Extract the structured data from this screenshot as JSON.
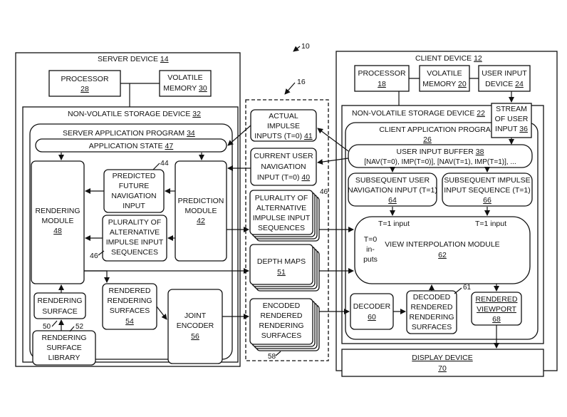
{
  "figure_ref": "10",
  "group_ref": "16",
  "server": {
    "title": "SERVER DEVICE",
    "num": "14",
    "processor": {
      "label": "PROCESSOR",
      "num": "28"
    },
    "volatile": {
      "line1": "VOLATILE",
      "line2": "MEMORY",
      "num": "30"
    },
    "nvs": {
      "title": "NON-VOLATILE STORAGE DEVICE",
      "num": "32"
    },
    "app": {
      "title": "SERVER APPLICATION PROGRAM",
      "num": "34"
    },
    "app_state": {
      "label": "APPLICATION STATE",
      "num": "47"
    },
    "rendering_module": {
      "line1": "RENDERING",
      "line2": "MODULE",
      "num": "48"
    },
    "predicted_nav": {
      "ref": "44",
      "line1": "PREDICTED",
      "line2": "FUTURE",
      "line3": "NAVIGATION",
      "line4": "INPUT"
    },
    "alt_seq_left": {
      "line1": "PLURALITY OF",
      "line2": "ALTERNATIVE",
      "line3": "IMPULSE INPUT",
      "line4": "SEQUENCES",
      "ref": "46"
    },
    "prediction_module": {
      "line1": "PREDICTION",
      "line2": "MODULE",
      "num": "42"
    },
    "rendered_surfaces": {
      "line1": "RENDERED",
      "line2": "RENDERING",
      "line3": "SURFACES",
      "num": "54"
    },
    "rendering_surface": {
      "line1": "RENDERING",
      "line2": "SURFACE",
      "ref": "50"
    },
    "surface_library": {
      "line1": "RENDERING",
      "line2": "SURFACE",
      "line3": "LIBRARY",
      "ref": "52"
    },
    "joint_encoder": {
      "line1": "JOINT",
      "line2": "ENCODER",
      "num": "56"
    }
  },
  "middle": {
    "actual_impulse": {
      "line1": "ACTUAL",
      "line2": "IMPULSE",
      "line3": "INPUTS (T=0)",
      "num": "41"
    },
    "current_nav": {
      "line1": "CURRENT USER",
      "line2": "NAVIGATION",
      "line3": "INPUT (T=0)",
      "num": "40"
    },
    "alt_seq": {
      "line1": "PLURALITY OF",
      "line2": "ALTERNATIVE",
      "line3": "IMPULSE INPUT",
      "line4": "SEQUENCES",
      "ref": "46"
    },
    "depth_maps": {
      "line1": "DEPTH MAPS",
      "num": "51"
    },
    "encoded": {
      "line1": "ENCODED",
      "line2": "RENDERED",
      "line3": "RENDERING",
      "line4": "SURFACES",
      "ref": "58"
    }
  },
  "client": {
    "title": "CLIENT DEVICE",
    "num": "12",
    "processor": {
      "label": "PROCESSOR",
      "num": "18"
    },
    "volatile": {
      "line1": "VOLATILE",
      "line2": "MEMORY",
      "num": "20"
    },
    "user_input": {
      "line1": "USER INPUT",
      "line2": "DEVICE",
      "num": "24"
    },
    "nvs": {
      "title": "NON-VOLATILE STORAGE DEVICE",
      "num": "22"
    },
    "stream": {
      "line1": "STREAM",
      "line2": "OF USER",
      "line3": "INPUT",
      "num": "36"
    },
    "app": {
      "title": "CLIENT APPLICATION PROGRAM",
      "num": "26"
    },
    "buffer": {
      "label": "USER INPUT BUFFER",
      "num": "38",
      "content": "[NAV(T=0), IMP(T=0)], [NAV(T=1), IMP(T=1)], ..."
    },
    "subseq_nav": {
      "line1": "SUBSEQUENT USER",
      "line2": "NAVIGATION INPUT (T=1)",
      "num": "64"
    },
    "subseq_imp": {
      "line1": "SUBSEQUENT IMPULSE",
      "line2": "INPUT SEQUENCE (T=1)",
      "num": "66"
    },
    "t1_left": "T=1 input",
    "t1_right": "T=1 input",
    "t0": {
      "line1": "T=0",
      "line2": "in-",
      "line3": "puts"
    },
    "vim": {
      "label": "VIEW INTERPOLATION MODULE",
      "num": "62"
    },
    "decoder": {
      "label": "DECODER",
      "num": "60"
    },
    "decoded": {
      "line1": "DECODED",
      "line2": "RENDERED",
      "line3": "RENDERING",
      "line4": "SURFACES",
      "ref": "61"
    },
    "viewport": {
      "line1": "RENDERED",
      "line2": "VIEWPORT",
      "num": "68"
    },
    "display": {
      "label": "DISPLAY DEVICE",
      "num": "70"
    }
  }
}
